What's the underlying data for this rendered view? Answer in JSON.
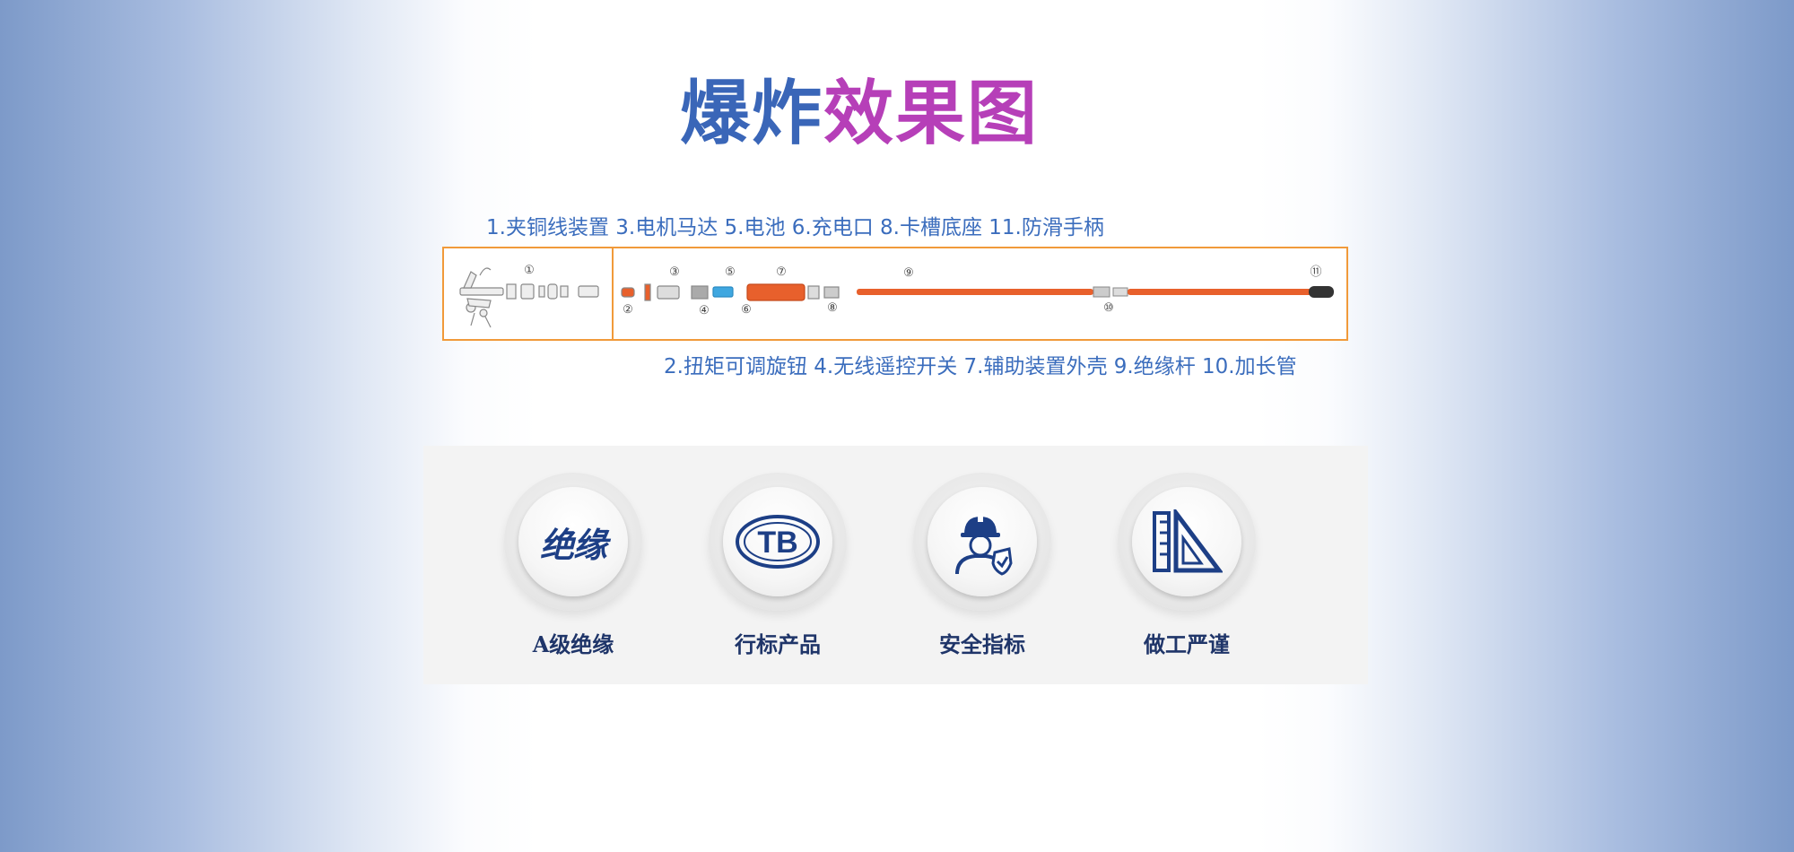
{
  "title": {
    "part1": "爆炸",
    "part2": "效果图"
  },
  "legend_top": "1.夹铜线装置 3.电机马达 5.电池 6.充电口 8.卡槽底座 11.防滑手柄",
  "legend_bottom": "2.扭矩可调旋钮 4.无线遥控开关 7.辅助装置外壳 9.绝缘杆 10.加长管",
  "diagram": {
    "markers": [
      "①",
      "②",
      "③",
      "④",
      "⑤",
      "⑥",
      "⑦",
      "⑧",
      "⑨",
      "⑩",
      "⑪"
    ]
  },
  "colors": {
    "title_blue": "#3a66b8",
    "title_purple": "#b63fb8",
    "frame_orange": "#f19a3a",
    "rod_orange": "#e8602c",
    "icon_navy": "#1d3f86"
  },
  "features": [
    {
      "icon": "insulation-text-icon",
      "badge_text": "绝缘",
      "label": "A级绝缘"
    },
    {
      "icon": "tb-logo-icon",
      "badge_text": "TB",
      "label": "行标产品"
    },
    {
      "icon": "worker-shield-icon",
      "label": "安全指标"
    },
    {
      "icon": "ruler-triangle-icon",
      "label": "做工严谨"
    }
  ]
}
